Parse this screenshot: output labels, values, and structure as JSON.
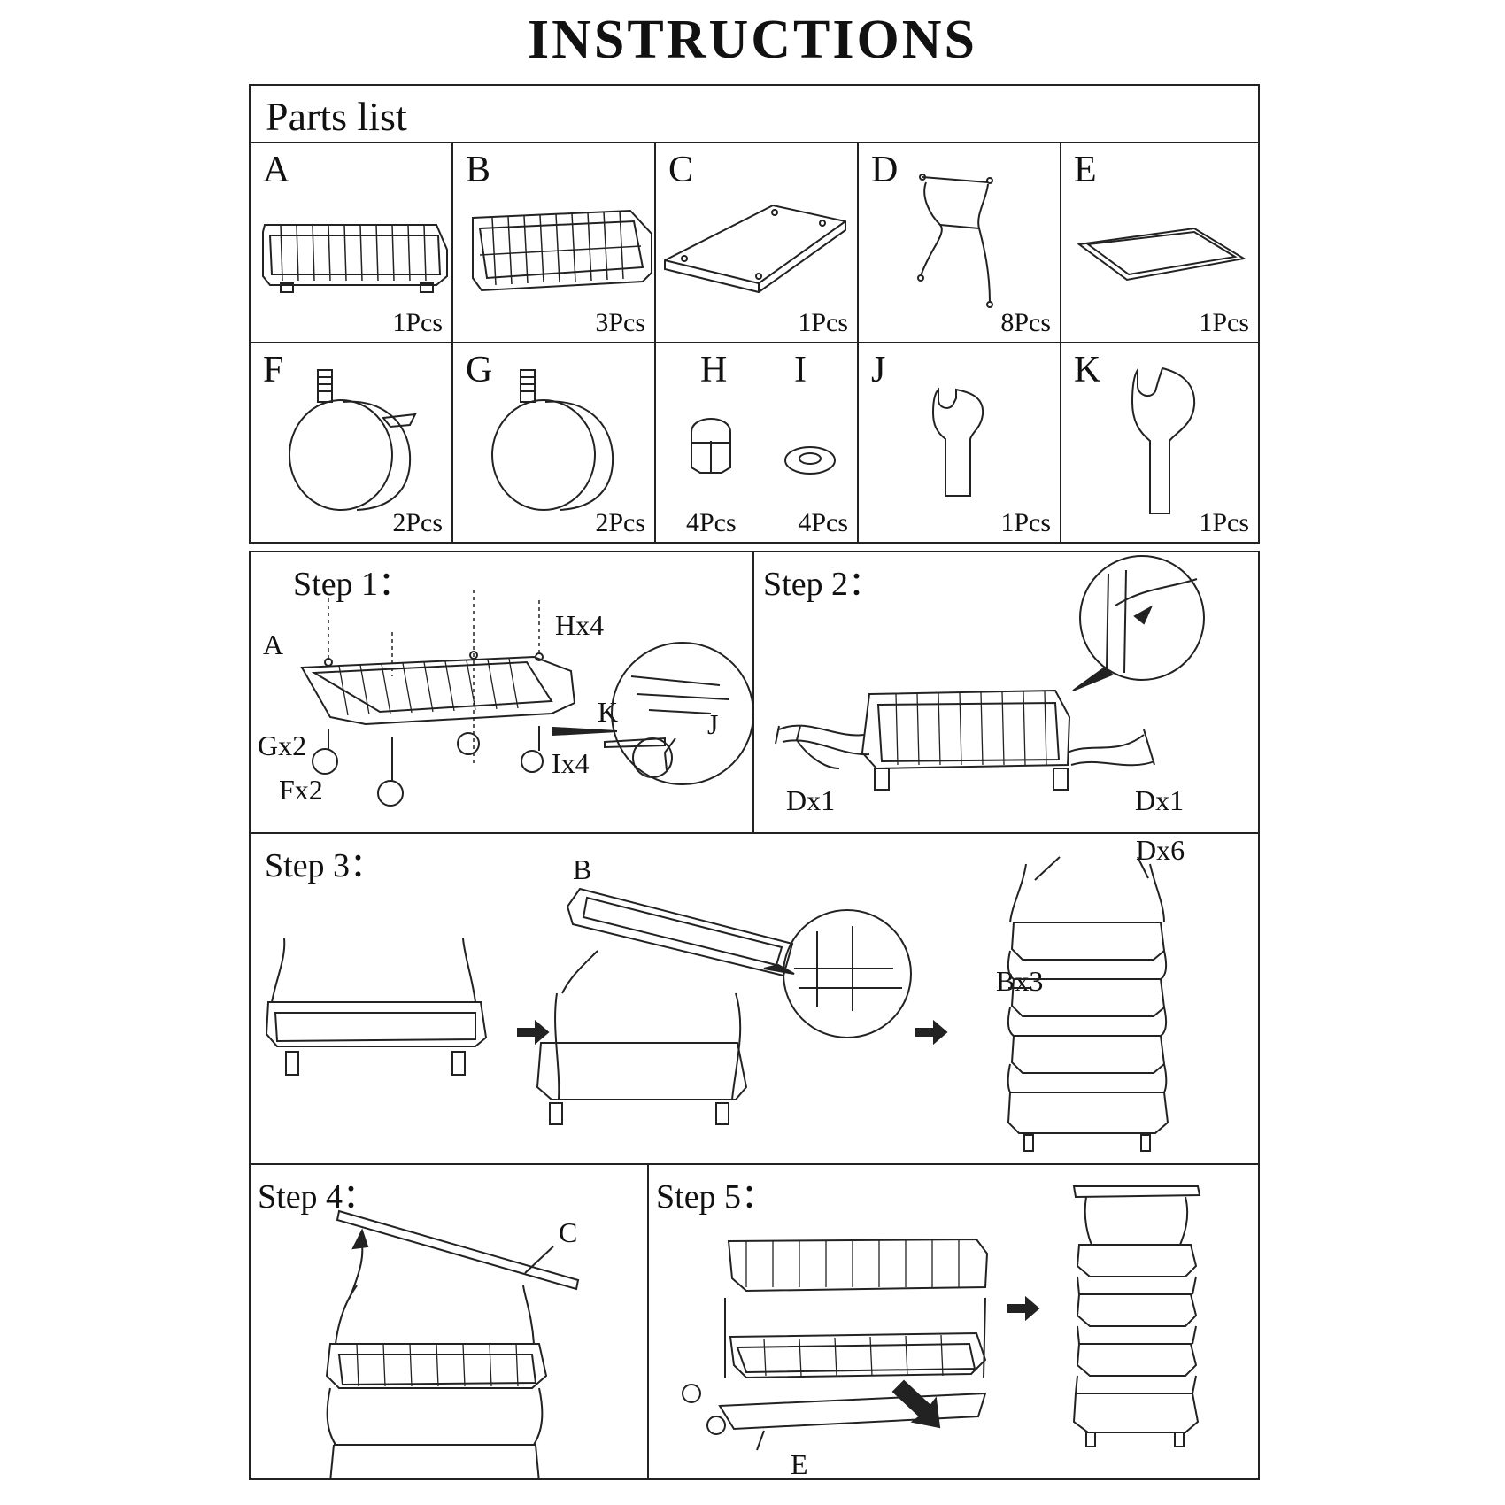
{
  "title": "INSTRUCTIONS",
  "parts_heading": "Parts list",
  "parts": [
    {
      "letter": "A",
      "qty": "1Pcs",
      "icon": "bottom-basket-icon"
    },
    {
      "letter": "B",
      "qty": "3Pcs",
      "icon": "basket-icon"
    },
    {
      "letter": "C",
      "qty": "1Pcs",
      "icon": "top-board-icon"
    },
    {
      "letter": "D",
      "qty": "8Pcs",
      "icon": "side-frame-icon"
    },
    {
      "letter": "E",
      "qty": "1Pcs",
      "icon": "tray-icon"
    },
    {
      "letter": "F",
      "qty": "2Pcs",
      "icon": "locking-caster-icon"
    },
    {
      "letter": "G",
      "qty": "2Pcs",
      "icon": "caster-icon"
    },
    {
      "letter": "H",
      "qty": "4Pcs",
      "icon": "cap-nut-icon"
    },
    {
      "letter": "I",
      "qty": "4Pcs",
      "icon": "washer-icon"
    },
    {
      "letter": "J",
      "qty": "1Pcs",
      "icon": "small-wrench-icon"
    },
    {
      "letter": "K",
      "qty": "1Pcs",
      "icon": "large-wrench-icon"
    }
  ],
  "steps": {
    "s1": {
      "title": "Step 1：",
      "labels": {
        "a": "A",
        "hx4": "Hx4",
        "gx2": "Gx2",
        "fx2": "Fx2",
        "ix4": "Ix4",
        "k": "K",
        "j": "J"
      }
    },
    "s2": {
      "title": "Step 2：",
      "labels": {
        "dx1_left": "Dx1",
        "dx1_right": "Dx1"
      }
    },
    "s3": {
      "title": "Step 3：",
      "labels": {
        "b": "B",
        "dx6": "Dx6",
        "bx3": "Bx3"
      }
    },
    "s4": {
      "title": "Step 4：",
      "labels": {
        "c": "C"
      }
    },
    "s5": {
      "title": "Step 5：",
      "labels": {
        "e": "E"
      }
    }
  }
}
